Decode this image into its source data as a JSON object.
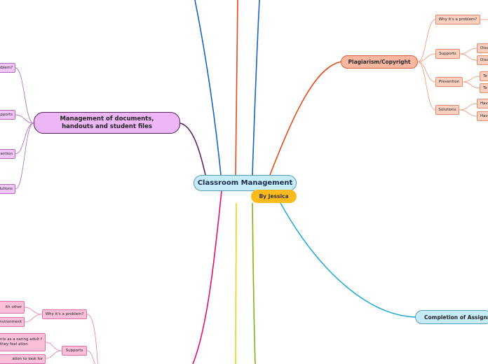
{
  "central": {
    "title": "Classroom Management",
    "byline": "By Jessica"
  },
  "colors": {
    "blue_branch": "#1565c0",
    "orange_branch": "#e64a19",
    "purple_branch": "#5a1e5e",
    "pink_branch": "#e0126f",
    "yellow_branch": "#e8d21a",
    "green_branch": "#7cb518",
    "cyan_branch": "#13a6d6",
    "orange_child": "#f0a080",
    "purple_child": "#b277c0",
    "pink_child": "#e88ab0"
  },
  "branches": {
    "plagiarism": {
      "title": "Plagiarism/Copyright",
      "children": [
        {
          "label": "Why it's a problem?",
          "leaves": []
        },
        {
          "label": "Supports",
          "leaves": [
            "Disc",
            "Disc"
          ]
        },
        {
          "label": "Prevention",
          "leaves": [
            "Te",
            "Te"
          ]
        },
        {
          "label": "Solutions",
          "leaves": [
            "Hav",
            "Hav"
          ]
        }
      ]
    },
    "documents": {
      "title": "Management of documents, handouts and student files",
      "children": [
        {
          "label": "oblem?"
        },
        {
          "label": "pports"
        },
        {
          "label": "ention"
        },
        {
          "label": "olutions"
        }
      ]
    },
    "completion": {
      "title": "Completion of Assignme"
    },
    "bottom_left": {
      "why_label": "Why it's a problem?",
      "why_leaves": [
        "ith other",
        "nvironment"
      ],
      "supports_label": "Supports",
      "supports_leaves": [
        "nts as a caring adult f they feel ation",
        "ation to look for"
      ]
    }
  }
}
